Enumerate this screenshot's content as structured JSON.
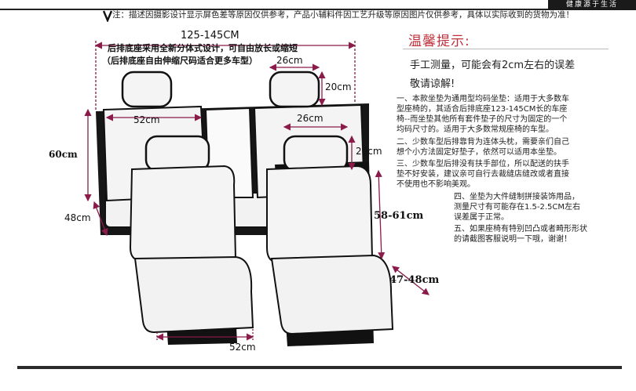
{
  "banner": {
    "brand": "健康源于生活",
    "note": "注：描述因摄影设计显示屏色差等原因仅供参考，产品小辅料件因工艺升级等原因图片仅供参考，具体以实际收到的货物为准！"
  },
  "diagram": {
    "top_width": "125-145CM",
    "top_desc_1": "后排底座采用全新分体式设计，可自由放长或缩短",
    "top_desc_2": "（后排底座自由伸缩尺码适合更多车型）",
    "rear_headrest_width": "26cm",
    "rear_headrest_height": "20cm",
    "rear_back_width": "52cm",
    "front_headrest_width": "26cm",
    "front_headrest_height": "20cm",
    "seat_height": "60cm",
    "seat_depth": "48cm",
    "front_back_height": "58-61cm",
    "front_cushion_depth": "47-48cm",
    "front_cushion_width": "52cm"
  },
  "tips": {
    "title": "温馨提示:",
    "line1": "手工测量，可能会有2cm左右的误差",
    "line2": "敬请谅解!"
  },
  "notes": [
    "一、本款坐垫为通用型均码坐垫：适用于大多数车",
    "型座椅的，其适合后排底座123-145CM长的车座",
    "椅--而坐垫其他所有套件垫子的尺寸为固定的一个",
    "均码尺寸的。适用于大多数常规座椅的车型。",
    "二、少数车型后排靠背为连体头枕，需要亲们自己",
    "想个小方法固定好垫子，依然可以适用本坐垫。",
    "三、少数车型后排没有扶手部位，所以配送的扶手",
    "垫不好安装，建议亲可自行去裁缝店缝改或者直接",
    "不使用也不影响美观。"
  ],
  "notes2": [
    "四、坐垫为大件缝制拼接装饰用品，",
    "测量尺寸有可能存在1.5-2.5CM左右",
    "误差属于正常。",
    "五、如果座椅有特别凹凸或者畸形形状",
    "的请截图客服说明一下哦，谢谢！"
  ]
}
